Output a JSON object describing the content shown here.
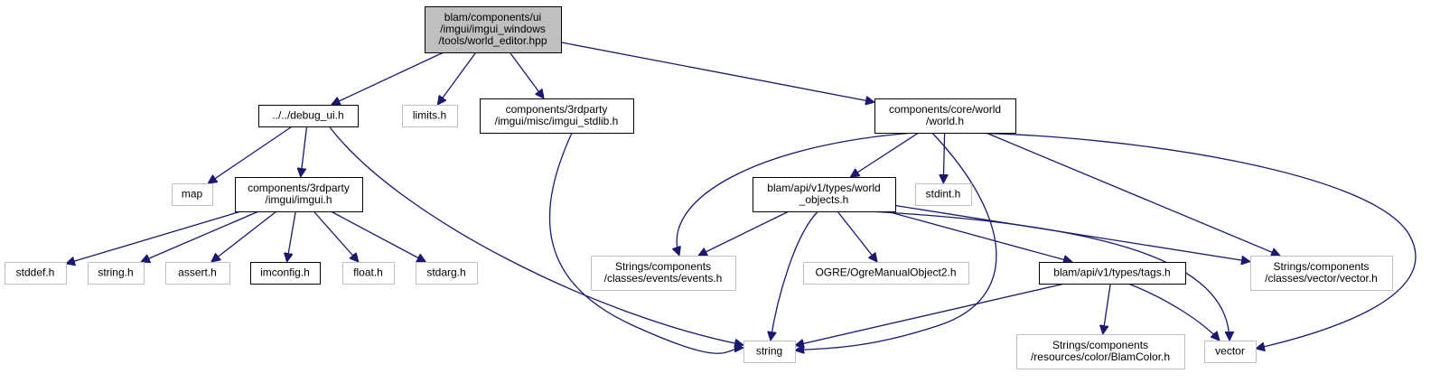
{
  "colors": {
    "edge": "#191970",
    "arrowhead": "#191970",
    "focus_fill": "#bfbfbf",
    "focus_border": "#000000",
    "documented_border": "#000000",
    "external_border": "#bfbfbf",
    "node_fill": "#ffffff",
    "text": "#000000"
  },
  "nodes": [
    {
      "id": "world_editor",
      "lines": [
        "blam/components/ui",
        "/imgui/imgui_windows",
        "/tools/world_editor.hpp"
      ],
      "style": "focus"
    },
    {
      "id": "debug_ui",
      "lines": [
        "../../debug_ui.h"
      ],
      "style": "documented"
    },
    {
      "id": "limits",
      "lines": [
        "limits.h"
      ],
      "style": "external"
    },
    {
      "id": "imgui_stdlib",
      "lines": [
        "components/3rdparty",
        "/imgui/misc/imgui_stdlib.h"
      ],
      "style": "documented"
    },
    {
      "id": "world_h",
      "lines": [
        "components/core/world",
        "/world.h"
      ],
      "style": "documented"
    },
    {
      "id": "map",
      "lines": [
        "map"
      ],
      "style": "external"
    },
    {
      "id": "imgui_h",
      "lines": [
        "components/3rdparty",
        "/imgui/imgui.h"
      ],
      "style": "documented"
    },
    {
      "id": "world_objects",
      "lines": [
        "blam/api/v1/types/world",
        "_objects.h"
      ],
      "style": "documented"
    },
    {
      "id": "stdint",
      "lines": [
        "stdint.h"
      ],
      "style": "external"
    },
    {
      "id": "stddef",
      "lines": [
        "stddef.h"
      ],
      "style": "external"
    },
    {
      "id": "string_h",
      "lines": [
        "string.h"
      ],
      "style": "external"
    },
    {
      "id": "assert_h",
      "lines": [
        "assert.h"
      ],
      "style": "external"
    },
    {
      "id": "imconfig",
      "lines": [
        "imconfig.h"
      ],
      "style": "documented"
    },
    {
      "id": "float_h",
      "lines": [
        "float.h"
      ],
      "style": "external"
    },
    {
      "id": "stdarg",
      "lines": [
        "stdarg.h"
      ],
      "style": "external"
    },
    {
      "id": "events",
      "lines": [
        "Strings/components",
        "/classes/events/events.h"
      ],
      "style": "external"
    },
    {
      "id": "ogre",
      "lines": [
        "OGRE/OgreManualObject2.h"
      ],
      "style": "external"
    },
    {
      "id": "tags",
      "lines": [
        "blam/api/v1/types/tags.h"
      ],
      "style": "documented"
    },
    {
      "id": "vector_h",
      "lines": [
        "Strings/components",
        "/classes/vector/vector.h"
      ],
      "style": "external"
    },
    {
      "id": "string",
      "lines": [
        "string"
      ],
      "style": "external"
    },
    {
      "id": "blamcolor",
      "lines": [
        "Strings/components",
        "/resources/color/BlamColor.h"
      ],
      "style": "external"
    },
    {
      "id": "vector",
      "lines": [
        "vector"
      ],
      "style": "external"
    }
  ],
  "edges": [
    {
      "from": "world_editor",
      "to": "debug_ui"
    },
    {
      "from": "world_editor",
      "to": "limits"
    },
    {
      "from": "world_editor",
      "to": "imgui_stdlib"
    },
    {
      "from": "world_editor",
      "to": "world_h"
    },
    {
      "from": "debug_ui",
      "to": "map"
    },
    {
      "from": "debug_ui",
      "to": "imgui_h"
    },
    {
      "from": "debug_ui",
      "to": "string"
    },
    {
      "from": "imgui_h",
      "to": "stddef"
    },
    {
      "from": "imgui_h",
      "to": "string_h"
    },
    {
      "from": "imgui_h",
      "to": "assert_h"
    },
    {
      "from": "imgui_h",
      "to": "imconfig"
    },
    {
      "from": "imgui_h",
      "to": "float_h"
    },
    {
      "from": "imgui_h",
      "to": "stdarg"
    },
    {
      "from": "imgui_stdlib",
      "to": "string"
    },
    {
      "from": "world_h",
      "to": "world_objects"
    },
    {
      "from": "world_h",
      "to": "stdint"
    },
    {
      "from": "world_h",
      "to": "events"
    },
    {
      "from": "world_h",
      "to": "string"
    },
    {
      "from": "world_h",
      "to": "vector_h"
    },
    {
      "from": "world_h",
      "to": "vector"
    },
    {
      "from": "world_objects",
      "to": "events"
    },
    {
      "from": "world_objects",
      "to": "string"
    },
    {
      "from": "world_objects",
      "to": "ogre"
    },
    {
      "from": "world_objects",
      "to": "tags"
    },
    {
      "from": "world_objects",
      "to": "vector_h"
    },
    {
      "from": "world_objects",
      "to": "vector"
    },
    {
      "from": "tags",
      "to": "string"
    },
    {
      "from": "tags",
      "to": "blamcolor"
    },
    {
      "from": "tags",
      "to": "vector"
    }
  ]
}
